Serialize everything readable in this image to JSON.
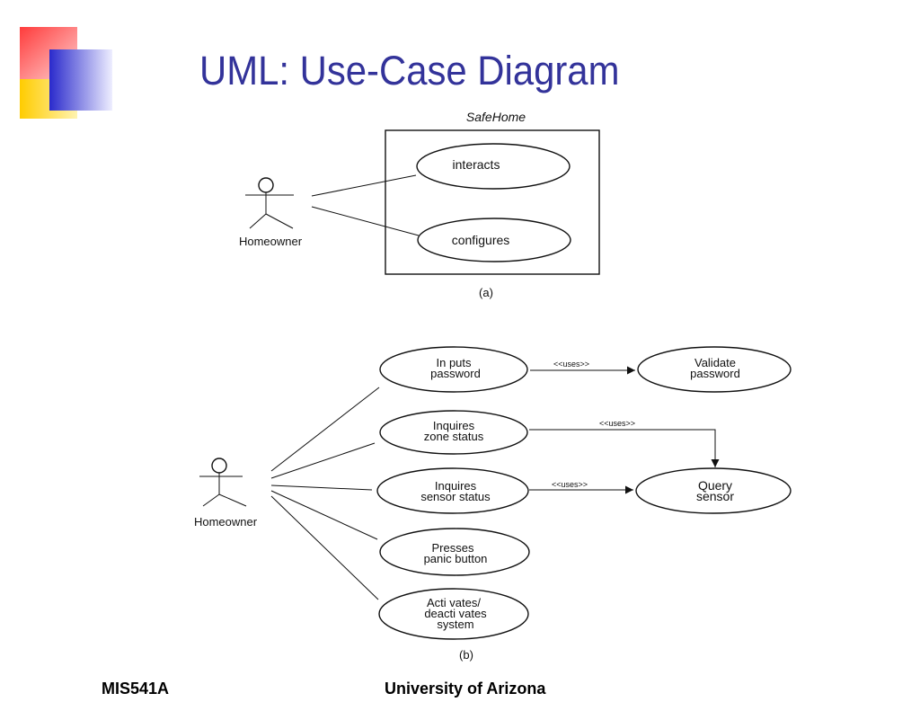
{
  "slide": {
    "title": "UML:  Use-Case Diagram",
    "footer_left": "MIS541A",
    "footer_right": "University of Arizona"
  },
  "colors": {
    "title": "#33339a",
    "logo_red": "#ff5050",
    "logo_yellow": "#ffcc00",
    "logo_blue": "#3333cc"
  },
  "diagram_a": {
    "system_name": "SafeHome",
    "actor": "Homeowner",
    "use_cases": [
      "interacts",
      "configures"
    ],
    "caption": "(a)"
  },
  "diagram_b": {
    "actor": "Homeowner",
    "use_cases": [
      [
        "In puts",
        "password"
      ],
      [
        "Inquires",
        "zone status"
      ],
      [
        "Inquires",
        "sensor status"
      ],
      [
        "Presses",
        "panic button"
      ],
      [
        "Acti vates/",
        "deacti vates",
        "system"
      ]
    ],
    "included": [
      [
        "Validate",
        "password"
      ],
      [
        "Query",
        "sensor"
      ]
    ],
    "relations": [
      "<<uses>>",
      "<<uses>>",
      "<<uses>>"
    ],
    "caption": "(b)"
  }
}
